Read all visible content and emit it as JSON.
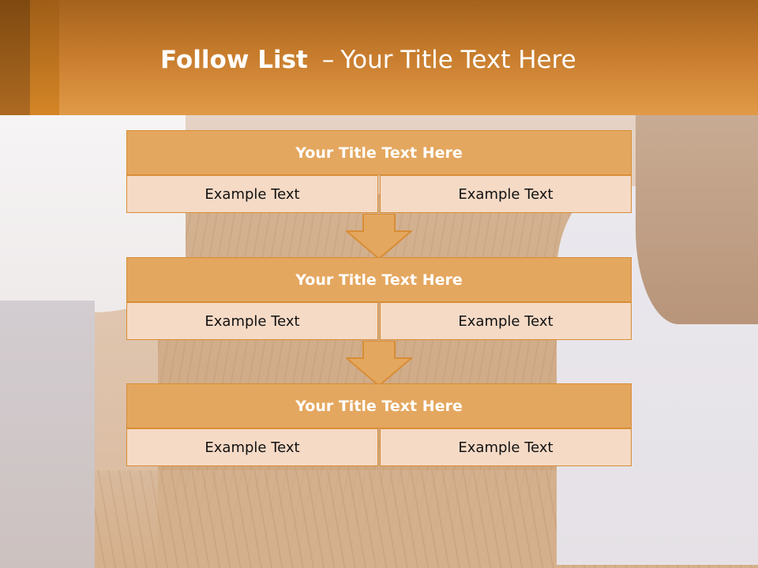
{
  "slide": {
    "title_bold": "Follow List",
    "title_separator": "–",
    "title_rest": "Your Title Text Here"
  },
  "blocks": [
    {
      "title": "Your Title Text Here",
      "left": "Example Text",
      "right": "Example Text"
    },
    {
      "title": "Your Title Text Here",
      "left": "Example Text",
      "right": "Example Text"
    },
    {
      "title": "Your Title Text Here",
      "left": "Example Text",
      "right": "Example Text"
    }
  ],
  "colors": {
    "header_orange": "#e19a47",
    "title_box": "#e4a75f",
    "cell_box": "#f5dac6",
    "border": "#d88d35"
  }
}
